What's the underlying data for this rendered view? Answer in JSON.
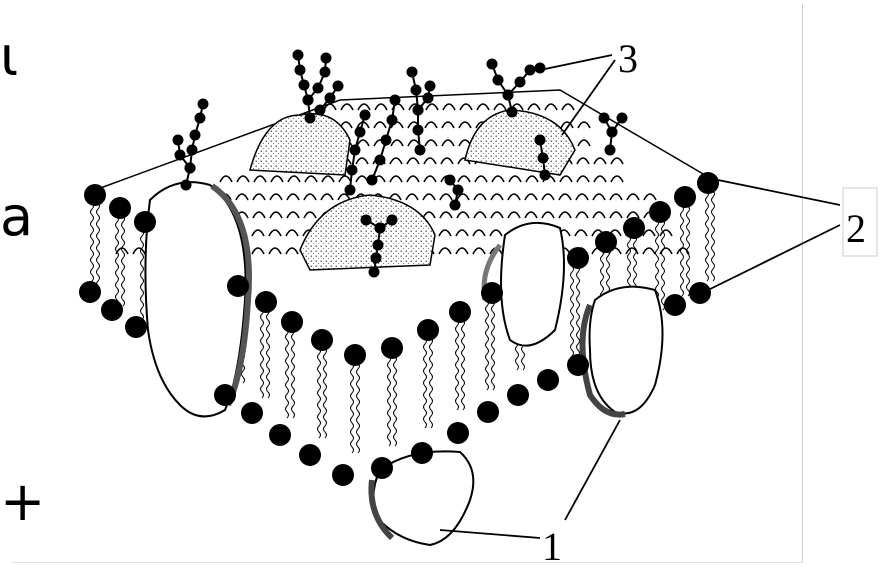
{
  "left_edge_glyphs": [
    "ι",
    "a",
    "+"
  ],
  "labels": {
    "integral_protein": "1",
    "phospholipid": "2",
    "glycocalyx": "3"
  },
  "colors": {
    "ink": "#000000",
    "paper": "#ffffff",
    "frame": "#cfcfcf"
  }
}
